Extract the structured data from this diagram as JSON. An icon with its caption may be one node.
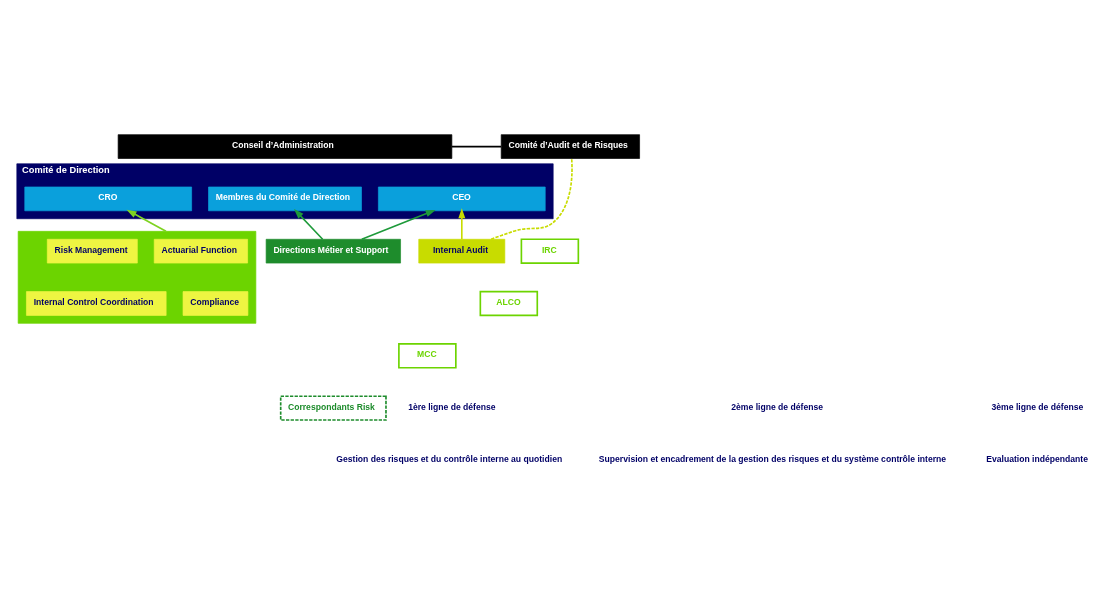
{
  "diagram": {
    "nodes": [
      {
        "text": [
          "Conseil d’Administration"
        ]
      },
      {
        "text": [
          "Comité d’Audit et de Risques"
        ]
      },
      {
        "text": [
          "Comité de Direction"
        ]
      },
      {
        "text": [
          "Membres du Comité de Direction"
        ],
        "in": 2
      },
      {
        "text": [
          "CRO"
        ],
        "in": 2
      },
      {
        "text": [
          "CEO"
        ],
        "in": 2
      },
      {
        "text": [
          "Directions Métier et Support"
        ]
      },
      {
        "text": [],
        "shape": "box"
      },
      {
        "text": [
          "Actuarial Function"
        ],
        "in": 7
      },
      {
        "text": [
          "Risk Management"
        ],
        "in": 7
      },
      {
        "text": [
          "Compliance"
        ],
        "in": 7
      },
      {
        "text": [
          "Internal Control Coordination"
        ],
        "in": 7
      },
      {
        "text": [
          "IRC"
        ]
      },
      {
        "text": [
          "ALCO"
        ]
      },
      {
        "text": [
          "MCC"
        ]
      },
      {
        "text": [
          "Internal Audit"
        ]
      },
      {
        "text": [
          "Correspondants Risk"
        ]
      }
    ],
    "edges": [
      {
        "from": 0,
        "to": 1,
        "arrow": "none",
        "color": "#000000"
      },
      {
        "from": 6,
        "to": 3,
        "arrow": "to",
        "color": "#1e9a3a"
      },
      {
        "from": 6,
        "to": 5,
        "arrow": "to",
        "color": "#1e9a3a"
      },
      {
        "from": 7,
        "to": 4,
        "arrow": "to",
        "color": "#7ed321"
      },
      {
        "from": 15,
        "to": 5,
        "arrow": "to",
        "color": "#c8dc00"
      },
      {
        "from": 1,
        "to": 15,
        "arrow": "none",
        "style": "dashed",
        "color": "#c8dc00"
      }
    ],
    "labels": [
      "1ère ligne de défense",
      "Gestion des risques et du contrôle interne au quotidien",
      "2ème ligne de défense",
      "Supervision et encadrement de la gestion des risques et du système contrôle interne",
      "3ème ligne de défense",
      "Evaluation indépendante"
    ]
  }
}
